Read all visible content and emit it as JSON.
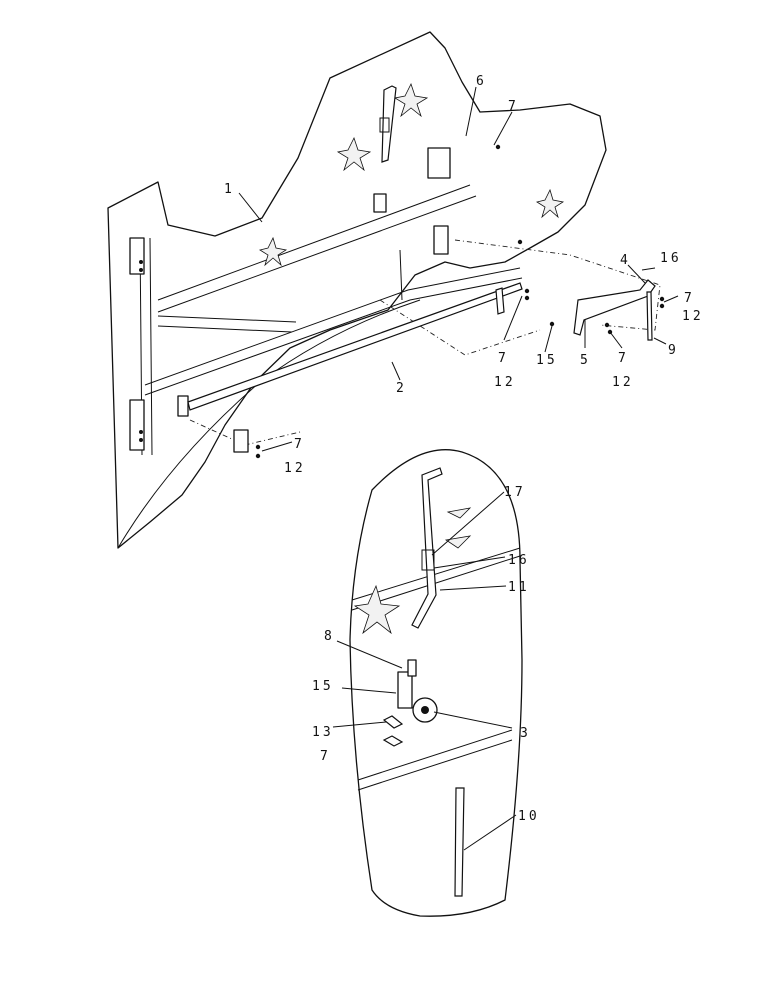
{
  "callouts": [
    {
      "id": "c1",
      "text": "1"
    },
    {
      "id": "c2",
      "text": "2"
    },
    {
      "id": "c3",
      "text": "3"
    },
    {
      "id": "c4",
      "text": "4"
    },
    {
      "id": "c5",
      "text": "5"
    },
    {
      "id": "c6",
      "text": "6"
    },
    {
      "id": "c7a",
      "text": "7"
    },
    {
      "id": "c7b",
      "text": "7"
    },
    {
      "id": "c7c",
      "text": "7"
    },
    {
      "id": "c7d",
      "text": "7"
    },
    {
      "id": "c7e",
      "text": "7"
    },
    {
      "id": "c7f",
      "text": "7"
    },
    {
      "id": "c8",
      "text": "8"
    },
    {
      "id": "c9",
      "text": "9"
    },
    {
      "id": "c10",
      "text": "10"
    },
    {
      "id": "c11",
      "text": "11"
    },
    {
      "id": "c12a",
      "text": "12"
    },
    {
      "id": "c12b",
      "text": "12"
    },
    {
      "id": "c12c",
      "text": "12"
    },
    {
      "id": "c12d",
      "text": "12"
    },
    {
      "id": "c13",
      "text": "13"
    },
    {
      "id": "c15a",
      "text": "15"
    },
    {
      "id": "c15b",
      "text": "15"
    },
    {
      "id": "c16a",
      "text": "16"
    },
    {
      "id": "c16b",
      "text": "16"
    },
    {
      "id": "c17",
      "text": "17"
    }
  ]
}
